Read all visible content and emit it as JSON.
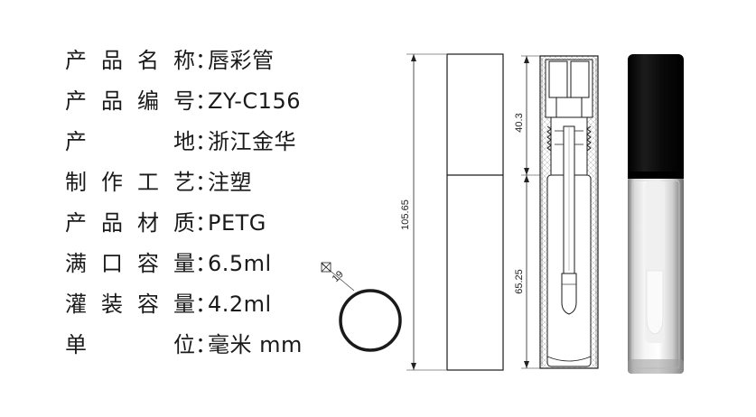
{
  "specs": [
    {
      "label": "产品名称",
      "value": "唇彩管"
    },
    {
      "label": "产品编号",
      "value": "ZY-C156"
    },
    {
      "label": "产　　地",
      "value": "浙江金华"
    },
    {
      "label": "制作工艺",
      "value": "注塑"
    },
    {
      "label": "产品材质",
      "value": "PETG"
    },
    {
      "label": "满口容量",
      "value": "6.5ml"
    },
    {
      "label": "灌装容量",
      "value": "4.2ml"
    },
    {
      "label": "单　　位",
      "value": "毫米 mm"
    }
  ],
  "colon": "：",
  "dimensions": {
    "height_total": "105.65",
    "cap_length": "40.3",
    "body_length": "65.25",
    "diameter": "19"
  },
  "colors": {
    "line": "#1a1a1a",
    "cap": "#0b0b0b",
    "hatch": "#9a9a9a"
  }
}
